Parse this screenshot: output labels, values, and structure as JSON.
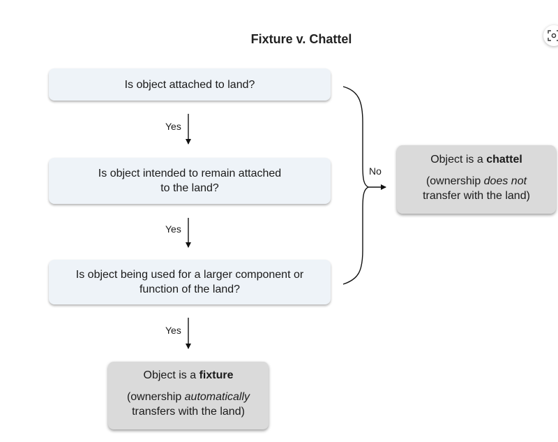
{
  "title": "Fixture v. Chattel",
  "questions": [
    {
      "line1": "Is object attached to land?",
      "line2": ""
    },
    {
      "line1": "Is object intended to remain attached",
      "line2": "to the land?"
    },
    {
      "line1": "Is object being used for a larger component or",
      "line2": "function of the land?"
    }
  ],
  "yes_label": "Yes",
  "no_label": "No",
  "chattel": {
    "prefix": "Object is a ",
    "term": "chattel",
    "note_prefix": "(ownership ",
    "note_emphasis": "does not",
    "note_line2": "transfer with the land)"
  },
  "fixture": {
    "prefix": "Object is a ",
    "term": "fixture",
    "note_prefix": "(ownership ",
    "note_emphasis": "automatically",
    "note_line2": "transfers with the land)"
  },
  "colors": {
    "question_fill": "#eef3f8",
    "result_fill": "#dadada",
    "line": "#111111"
  },
  "icons": [
    "image-search-icon"
  ]
}
